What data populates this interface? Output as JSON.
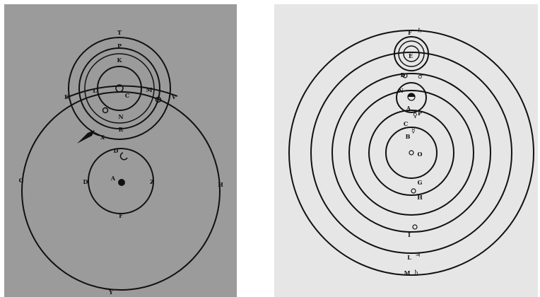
{
  "left_diagram": {
    "colors": {
      "background": "#9b9b9b",
      "disc": "#ffffff",
      "ink": "#111111"
    },
    "top_label": "T",
    "epicycle_labels": {
      "outer": "P",
      "middle": "K",
      "center": "C",
      "lower_n": "N",
      "lower_r": "R",
      "left": "L",
      "right": "M",
      "arc_left": "E",
      "arc_right": "V"
    },
    "deferent_labels": {
      "left": "G",
      "right": "H",
      "bottom": "Y",
      "comet": "X"
    },
    "inner_labels": {
      "top": "D",
      "center": "A",
      "left": "D",
      "right": "Z",
      "bottom": "F"
    }
  },
  "right_diagram": {
    "colors": {
      "background": "#e6e6e6",
      "disc": "#ffffff",
      "ink": "#111111"
    },
    "labels": {
      "top": "F",
      "saturn_symbol": "♄",
      "sun_epicycle_label": "E",
      "d_label": "D",
      "n_label": "N",
      "a_label": "A",
      "p_label": "P",
      "c_label": "C",
      "b_label": "B",
      "center": "O",
      "g_label": "G",
      "h_label": "H",
      "i_label": "I",
      "l_label": "L",
      "m_label": "M"
    },
    "symbols": {
      "venus": "♀",
      "mercury": "☿",
      "mars": "♂",
      "jupiter": "♃",
      "saturn": "♄"
    }
  }
}
